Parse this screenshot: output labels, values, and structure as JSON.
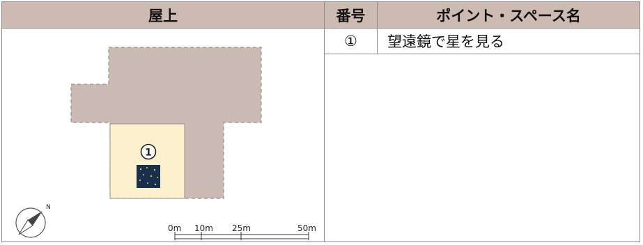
{
  "headers": {
    "rooftop": "屋上",
    "number": "番号",
    "point_space_name": "ポイント・スペース名"
  },
  "rows": [
    {
      "number": "①",
      "name": "望遠鏡で星を見る"
    }
  ],
  "map": {
    "marker_label": "1",
    "north_label": "N",
    "scale_labels": [
      "0m",
      "10m",
      "25m",
      "50m"
    ],
    "colors": {
      "building": "#c9bab4",
      "room_highlight": "#fdf0cc",
      "telescope_tile": "#1a2f4d",
      "star_dots": "#c9d23a",
      "header_bg": "#cdbab3"
    }
  }
}
